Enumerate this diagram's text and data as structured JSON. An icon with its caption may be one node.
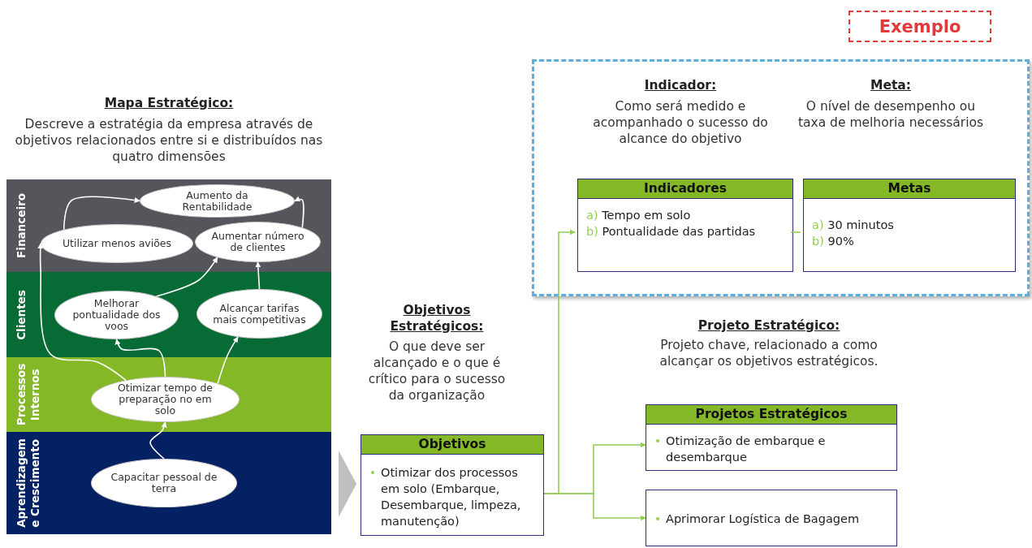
{
  "diagram": {
    "nodes": [
      {
        "text": [
          "Exemplo"
        ]
      },
      {
        "text": [],
        "shape": "box"
      },
      {
        "text": [
          "Indicadores",
          "a) Tempo em solo",
          "b) Pontualidade das partidas"
        ],
        "in": 1
      },
      {
        "text": [
          "Metas",
          "a) 30 minutos",
          "b) 90%"
        ],
        "in": 1
      },
      {
        "text": [
          "Financeiro"
        ]
      },
      {
        "text": [
          "Aumento da Rentabilidade"
        ],
        "in": 4
      },
      {
        "text": [
          "Utilizar menos aviões"
        ],
        "in": 4
      },
      {
        "text": [
          "Aumentar número de clientes"
        ],
        "in": 4
      },
      {
        "text": [
          "Clientes"
        ]
      },
      {
        "text": [
          "Melhorar pontualidade dos voos"
        ],
        "in": 8
      },
      {
        "text": [
          "Alcançar tarifas mais competitivas"
        ],
        "in": 8
      },
      {
        "text": [
          "Processos Internos"
        ]
      },
      {
        "text": [
          "Otimizar tempo de preparação no em solo"
        ],
        "in": 11
      },
      {
        "text": [
          "Aprendizagem e Crescimento"
        ]
      },
      {
        "text": [
          "Capacitar pessoal de terra"
        ],
        "in": 13
      },
      {
        "text": [
          "Objetivos",
          "Otimizar dos processos em solo (Embarque, Desembarque, limpeza, manutenção)"
        ]
      },
      {
        "text": [
          "Projetos Estratégicos",
          "Otimização de embarque e desembarque"
        ]
      },
      {
        "text": [
          "Aprimorar Logística de Bagagem"
        ]
      }
    ],
    "edges": [
      {
        "from": 6,
        "to": 5,
        "arrow": "to"
      },
      {
        "from": 7,
        "to": 5,
        "arrow": "to"
      },
      {
        "from": 9,
        "to": 7,
        "arrow": "to"
      },
      {
        "from": 10,
        "to": 7,
        "arrow": "to"
      },
      {
        "from": 12,
        "to": 9,
        "arrow": "to"
      },
      {
        "from": 12,
        "to": 10,
        "arrow": "to"
      },
      {
        "from": 12,
        "to": 6,
        "arrow": "to"
      },
      {
        "from": 14,
        "to": 12,
        "arrow": "to"
      },
      {
        "from": 15,
        "to": 2,
        "arrow": "to",
        "color": "#92d050"
      },
      {
        "from": 15,
        "to": 16,
        "arrow": "to",
        "color": "#92d050"
      },
      {
        "from": 15,
        "to": 17,
        "arrow": "to",
        "color": "#92d050"
      },
      {
        "from": 2,
        "to": 3,
        "arrow": "none",
        "color": "#92d050"
      },
      {
        "from": null,
        "to": 15,
        "arrow": "to",
        "color": "#bfbfbf"
      }
    ],
    "labels": [
      "Indicador:",
      "Como será medido e acompanhado o sucesso do alcance do objetivo",
      "Meta:",
      "O nível de desempenho ou taxa de melhoria necessários",
      "Mapa Estratégico:",
      "Descreve a estratégia da empresa através de objetivos relacionados entre si e distribuídos nas quatro dimensões",
      "Objetivos Estratégicos:",
      "O que deve ser alcançado e o que é crítico para o sucesso da organização",
      "Projeto Estratégico:",
      "Projeto chave, relacionado a como alcançar os objetivos estratégicos."
    ]
  }
}
